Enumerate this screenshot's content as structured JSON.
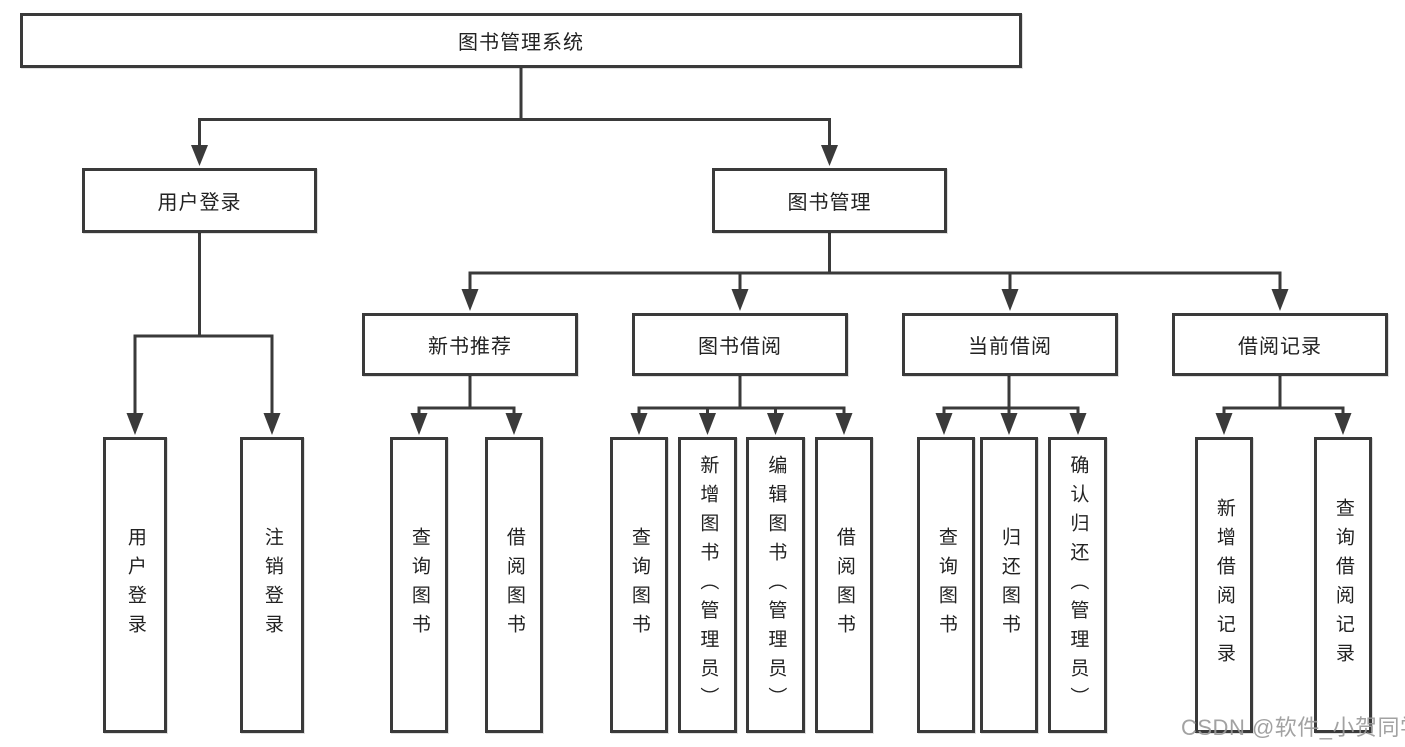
{
  "diagram": {
    "root": "图书管理系统",
    "user_login": {
      "label": "用户登录",
      "children": [
        "用户登录",
        "注销登录"
      ]
    },
    "book_management": {
      "label": "图书管理",
      "modules": [
        {
          "label": "新书推荐",
          "children": [
            "查询图书",
            "借阅图书"
          ]
        },
        {
          "label": "图书借阅",
          "children": [
            "查询图书",
            "新增图书（管理员）",
            "编辑图书（管理员）",
            "借阅图书"
          ]
        },
        {
          "label": "当前借阅",
          "children": [
            "查询图书",
            "归还图书",
            "确认归还（管理员）"
          ]
        },
        {
          "label": "借阅记录",
          "children": [
            "新增借阅记录",
            "查询借阅记录"
          ]
        }
      ]
    }
  },
  "watermark": "CSDN @软件_小贺同学",
  "colors": {
    "line": "#3a3a3a",
    "box_border": "#3a3a3a",
    "text": "#222222",
    "background": "#ffffff",
    "watermark": "#9a9a9a"
  }
}
